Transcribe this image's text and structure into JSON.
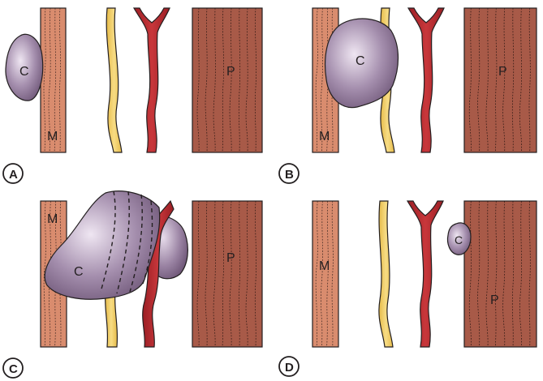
{
  "panels": {
    "a": {
      "letter": "A",
      "cyst": "C",
      "muscle_m": "M",
      "muscle_p": "P"
    },
    "b": {
      "letter": "B",
      "cyst": "C",
      "muscle_m": "M",
      "muscle_p": "P"
    },
    "c": {
      "letter": "C",
      "cyst": "C",
      "muscle_m": "M",
      "muscle_p": "P"
    },
    "d": {
      "letter": "D",
      "cyst": "C",
      "muscle_m": "M",
      "muscle_p": "P"
    }
  },
  "colors": {
    "muscle_m": "#d98c6e",
    "muscle_p": "#a85a48",
    "nerve": "#f2cf6b",
    "vessel": "#b3282d",
    "cyst_light": "#d9cde0",
    "cyst_dark": "#7d6486",
    "outline": "#231f20"
  }
}
